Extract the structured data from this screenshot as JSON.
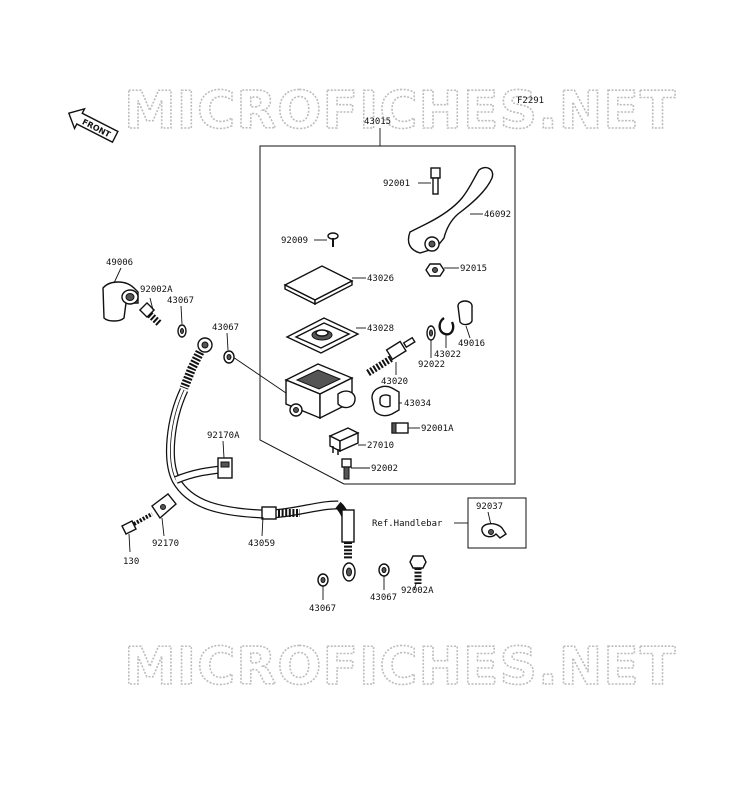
{
  "figure_code": "F2291",
  "front_label": "FRONT",
  "watermark": "MICROFICHES.NET",
  "parts": {
    "assembly": "43015",
    "bolt_lever": "92001",
    "lever": "46092",
    "screw": "92009",
    "nut": "92015",
    "cap": "43026",
    "diaphragm": "43028",
    "dust_seal": "49016",
    "circlip": "43022",
    "washer": "92022",
    "piston": "43020",
    "holder": "43034",
    "bolt_holder": "92001A",
    "switch": "27010",
    "bolt_switch": "92002",
    "elbow": "49006",
    "banjo_top": "92002A",
    "gasket_top": "43067",
    "gasket_mid": "43067",
    "clamp_a": "92170A",
    "clamp": "92170",
    "bolt_clamp": "130",
    "hose": "43059",
    "gasket_bottom_left": "43067",
    "gasket_bottom_right": "43067",
    "banjo_bottom": "92002A",
    "clamp_ref": "92037",
    "ref_handlebar": "Ref.Handlebar"
  }
}
